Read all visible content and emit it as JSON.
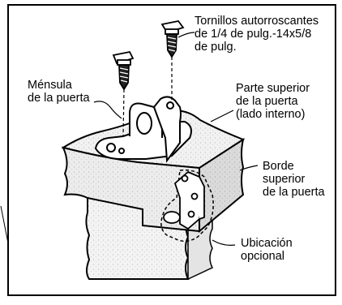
{
  "diagram": {
    "labels": {
      "screws": [
        "Tornillos autorroscantes",
        "de 1/4 de pulg.-14x5/8",
        "de pulg."
      ],
      "door_bracket": [
        "Ménsula",
        "de la puerta"
      ],
      "door_top_inside": [
        "Parte superior",
        "de la puerta",
        "(lado interno)"
      ],
      "door_top_edge": [
        "Borde",
        "superior",
        "de la puerta"
      ],
      "optional_location": [
        "Ubicación",
        "opcional"
      ]
    }
  }
}
